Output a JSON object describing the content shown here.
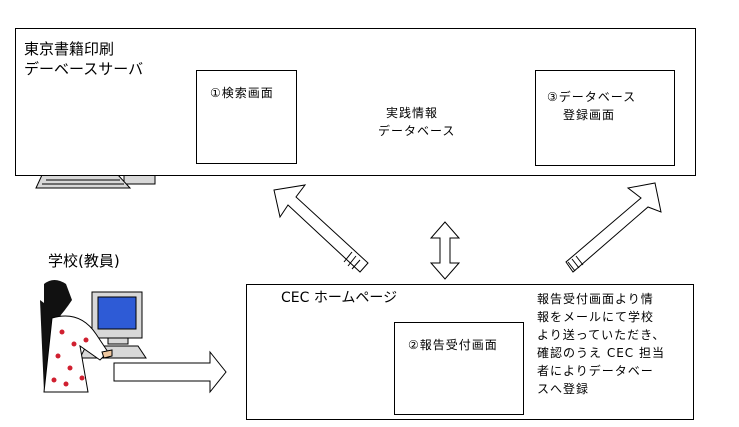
{
  "server": {
    "title_line1": "東京書籍印刷",
    "title_line2": "デーベースサーバ",
    "search_screen": "①検索画面",
    "database_line1": "実践情報",
    "database_line2": "データベース",
    "register_line1": "③データベース",
    "register_line2": "登録画面"
  },
  "school": {
    "label": "学校(教員)"
  },
  "cec": {
    "title": "CEC ホームページ",
    "report_screen": "②報告受付画面",
    "description_lines": [
      "報告受付画面より情",
      "報をメールにて学校",
      "より送っていただき、",
      "確認のうえ CEC 担当",
      "者によりデータベー",
      "スへ登録"
    ]
  }
}
